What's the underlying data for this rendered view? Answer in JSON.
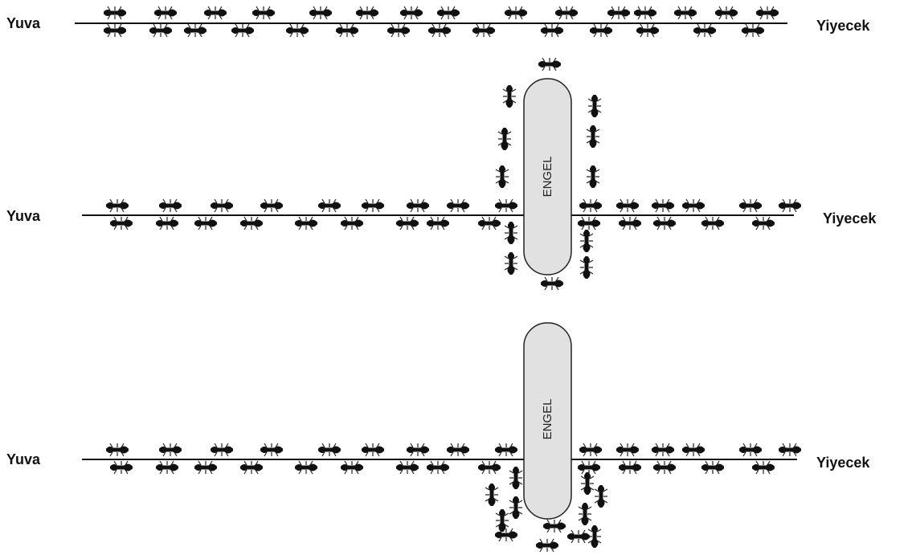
{
  "colors": {
    "ink": "#111111",
    "obstacle_fill": "#e1e1e1",
    "obstacle_stroke": "#222222"
  },
  "icons": {
    "ant": "ant-icon"
  },
  "panels": [
    {
      "nest_label": "Yuva",
      "food_label": "Yiyecek",
      "obstacle": null
    },
    {
      "nest_label": "Yuva",
      "food_label": "Yiyecek",
      "obstacle": {
        "label": "ENGEL"
      }
    },
    {
      "nest_label": "Yuva",
      "food_label": "Yiyecek",
      "obstacle": {
        "label": "ENGEL"
      }
    }
  ]
}
